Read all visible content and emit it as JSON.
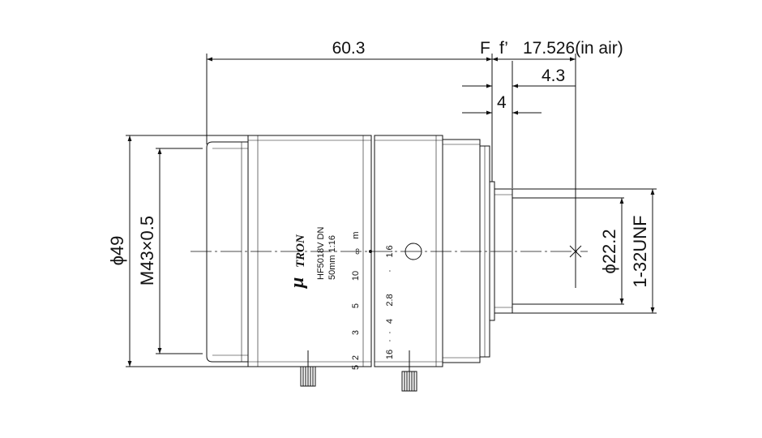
{
  "dimensions": {
    "length": "60.3",
    "flange_label": "F",
    "focal_label": "f’",
    "back_focus": "17.526(in air)",
    "dim_4_3": "4.3",
    "dim_4": "4",
    "outer_diameter": "ϕ49",
    "filter_thread": "M43×0.5",
    "mount_diameter": "ϕ22.2",
    "mount_thread": "1-32UNF"
  },
  "lens_markings": {
    "brand_mu": "μ",
    "brand_name": "TRON",
    "model": "HF5018V DN",
    "focal_info": "50mm  1:16",
    "focus_scale": [
      "2",
      "3",
      "5",
      "10",
      "∞",
      "m"
    ],
    "focus_partial": "5",
    "aperture_scale": [
      "16",
      "·",
      "·",
      "4",
      "2.8",
      "·",
      "1.6"
    ]
  }
}
